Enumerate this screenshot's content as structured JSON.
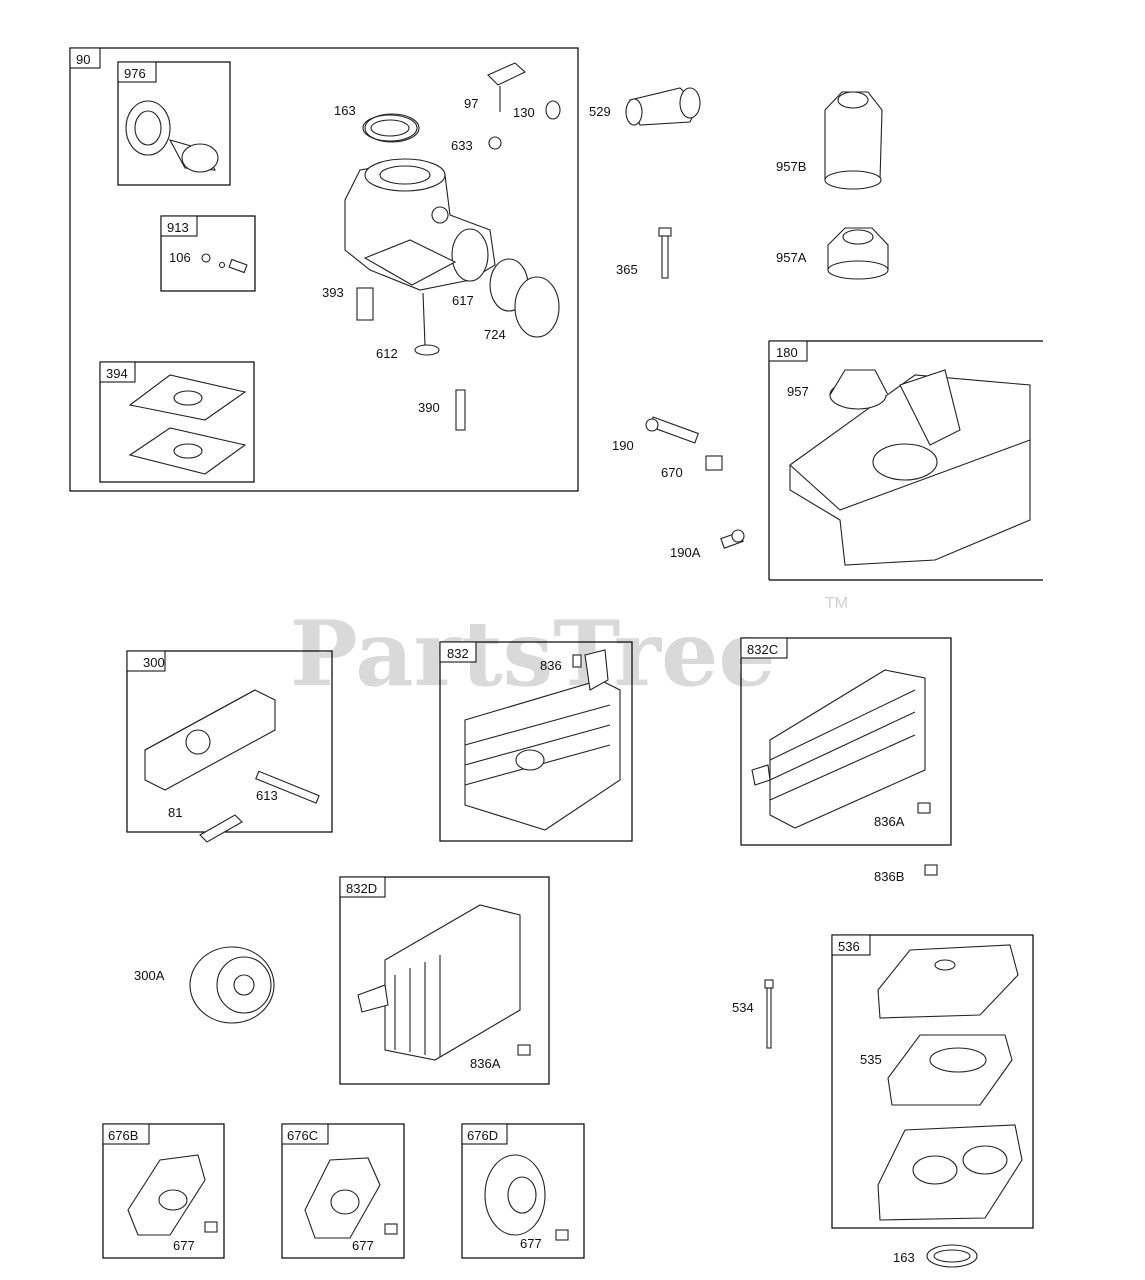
{
  "watermark": {
    "brand": "PartsTree",
    "trademark": "TM"
  },
  "group_tags": {
    "g90": "90",
    "g976": "976",
    "g913": "913",
    "g394": "394",
    "g180": "180",
    "g300": "300",
    "g832": "832",
    "g832C": "832C",
    "g832D": "832D",
    "g536": "536",
    "g676B": "676B",
    "g676C": "676C",
    "g676D": "676D"
  },
  "callouts": {
    "c163a": "163",
    "c97": "97",
    "c130": "130",
    "c633": "633",
    "c106": "106",
    "c393": "393",
    "c617": "617",
    "c724": "724",
    "c612": "612",
    "c390": "390",
    "c529": "529",
    "c957B": "957B",
    "c365": "365",
    "c957A": "957A",
    "c957": "957",
    "c190": "190",
    "c670": "670",
    "c190A": "190A",
    "c81": "81",
    "c613": "613",
    "c836": "836",
    "c836A_c": "836A",
    "c836B": "836B",
    "c300A": "300A",
    "c836A_d": "836A",
    "c534": "534",
    "c535": "535",
    "c677b": "677",
    "c677c": "677",
    "c677d": "677",
    "c163b": "163"
  },
  "colors": {
    "line": "#000000",
    "watermark": "#d9d9d9",
    "background": "#ffffff"
  }
}
